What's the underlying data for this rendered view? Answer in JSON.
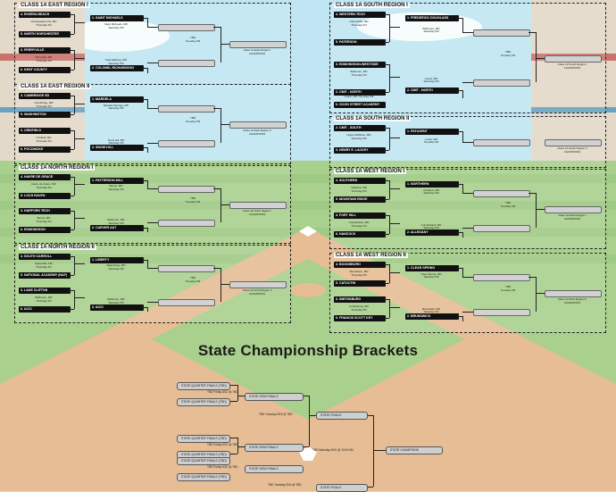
{
  "page_title": "State Championship Brackets",
  "panels": [
    {
      "title": "CLASS 1A EAST REGION I",
      "r1": [
        {
          "a": "4. RIVIERA BEACH",
          "b": "5. NORTH DORCHESTER",
          "info": [
            "Chesapeake City, MD",
            "Thursday 5/4"
          ]
        },
        {
          "a": "3. PERRYVILLE",
          "b": "6. KENT COUNTY",
          "info": [
            "Perryville, MD",
            "Thursday 5/4"
          ]
        }
      ],
      "byes": [
        "1. SAINT MICHAELS",
        "2. COLONEL RICHARDSON"
      ],
      "r2info": [
        [
          "Saint Michaels, MD",
          "Saturday 5/6"
        ],
        [
          "Federalsburg, MD",
          "Saturday 5/6"
        ]
      ],
      "final": [
        "TBD",
        "Tuesday 5/9"
      ],
      "champ": [
        "Class 1A East Region I",
        "CHAMPIONS"
      ]
    },
    {
      "title": "CLASS 1A EAST REGION II",
      "r1": [
        {
          "a": "4. CAMBRIDGE SD",
          "b": "5. WASHINGTON",
          "info": [
            "Cambridge, MD",
            "Thursday 5/4"
          ]
        },
        {
          "a": "3. CRISFIELD",
          "b": "6. POCOMOKE",
          "info": [
            "Crisfield, MD",
            "Thursday 5/4"
          ]
        }
      ],
      "byes": [
        "1. MARDELA",
        "2. SNOW HILL"
      ],
      "r2info": [
        [
          "Mardela Springs, MD",
          "Saturday 5/6"
        ],
        [
          "Snow Hill, MD",
          "Saturday 5/6"
        ]
      ],
      "final": [
        "TBD",
        "Tuesday 5/9"
      ],
      "champ": [
        "Class 1A East Region II",
        "CHAMPIONS"
      ]
    },
    {
      "title": "CLASS 1A NORTH REGION I",
      "r1": [
        {
          "a": "4. HAVRE DE GRACE",
          "b": "5. LOCH RAVEN",
          "info": [
            "Havre de Grace, MD",
            "Thursday 5/4"
          ]
        },
        {
          "a": "3. HARFORD TECH",
          "b": "6. EDMONDSON",
          "info": [
            "Bel Air, MD",
            "Thursday 5/4"
          ]
        }
      ],
      "byes": [
        "1. PATTERSON MILL",
        "2. CARVER A&T"
      ],
      "r2info": [
        [
          "Bel Air, MD",
          "Saturday 5/6"
        ],
        [
          "Baltimore, MD",
          "Saturday 5/6"
        ]
      ],
      "final": [
        "TBD",
        "Tuesday 5/9"
      ],
      "champ": [
        "Class 1A North Region I",
        "CHAMPIONS"
      ]
    },
    {
      "title": "CLASS 1A NORTH REGION II",
      "r1": [
        {
          "a": "4. SOUTH CARROLL",
          "b": "5. NATIONAL ACADEMY (NAF)",
          "info": [
            "Sykesville, MD",
            "Thursday 5/4"
          ]
        },
        {
          "a": "3. LAKE CLIFTON",
          "b": "6. ACCI",
          "info": [
            "Baltimore, MD",
            "Thursday 5/4"
          ]
        }
      ],
      "byes": [
        "1. LIBERTY",
        "2. ACCI"
      ],
      "r2info": [
        [
          "Eldersburg, MD",
          "Saturday 5/6"
        ],
        [
          "Baltimore, MD",
          "Saturday 5/6"
        ]
      ],
      "final": [
        "TBD",
        "Tuesday 5/9"
      ],
      "champ": [
        "Class 1A North Region II",
        "CHAMPIONS"
      ]
    },
    {
      "title": "CLASS 1A SOUTH REGION I",
      "r1": [
        {
          "a": "4. WESTERN TECH",
          "b": "5. PATERSON",
          "info": [
            "Catonsville, MD",
            "Thursday 5/4"
          ]
        },
        {
          "a": "3. EDMONDSON-WESTSIDE",
          "b": "6. COPPIN ACADEMY",
          "info": [
            "Baltimore, MD",
            "Thursday 5/4"
          ]
        }
      ],
      "byes": [
        "1. FREDERICK DOUGLASS",
        "2. CMIT - NORTH"
      ],
      "r2info": [
        [
          "Baltimore, MD",
          "Saturday 5/6"
        ],
        [
          "Laurel, MD",
          "Saturday 5/6"
        ]
      ],
      "extra": {
        "a": "2. CMIT - NORTH",
        "b": "6. GOOD STREET ACADEMY",
        "info": [
          "Laurel, MD",
          "Thursday 5/4"
        ]
      },
      "final": [
        "TBD",
        "Tuesday 5/9"
      ],
      "champ": [
        "Class 1A South Region I",
        "CHAMPIONS"
      ]
    },
    {
      "title": "CLASS 1A SOUTH REGION II",
      "r1": [
        {
          "a": "2. CMIT - SOUTH",
          "b": "3. HENRY E. LACKEY",
          "info": [
            "Upper Marlboro, MD",
            "Saturday 5/6"
          ]
        }
      ],
      "byes": [
        "1. PATUXENT"
      ],
      "r2info": [
        [
          "Lusby, MD",
          "Tuesday 5/9"
        ]
      ],
      "final": [],
      "champ": [
        "Class 1A South Region II",
        "CHAMPIONS"
      ]
    },
    {
      "title": "CLASS 1A WEST REGION I",
      "r1": [
        {
          "a": "4. SOUTHERN",
          "b": "5. MOUNTAIN RIDGE",
          "info": [
            "Oakland, MD",
            "Thursday 5/4"
          ]
        },
        {
          "a": "3. FORT HILL",
          "b": "6. HANCOCK",
          "info": [
            "Cumberland, MD",
            "Thursday 5/4"
          ]
        }
      ],
      "byes": [
        "1. NORTHERN",
        "2. ALLEGANY"
      ],
      "r2info": [
        [
          "Accident, MD",
          "Saturday 5/6"
        ],
        [
          "Cumberland, MD",
          "Saturday 5/6"
        ]
      ],
      "final": [
        "TBD",
        "Tuesday 5/9"
      ],
      "champ": [
        "Class 1A West Region I",
        "CHAMPIONS"
      ]
    },
    {
      "title": "CLASS 1A WEST REGION II",
      "r1": [
        {
          "a": "4. BOONSBORO",
          "b": "5. CATOCTIN",
          "info": [
            "Boonsboro, MD",
            "Thursday 5/4"
          ]
        },
        {
          "a": "3. SMITHSBURG",
          "b": "6. FRANCIS SCOTT KEY",
          "info": [
            "Smithsburg, MD",
            "Thursday 5/4"
          ]
        }
      ],
      "byes": [
        "1. CLEAR SPRING",
        "2. BRUNSWICK"
      ],
      "r2info": [
        [
          "Clear Spring, MD",
          "Saturday 5/6"
        ],
        [
          "Brunswick, MD",
          "Saturday 5/6"
        ]
      ],
      "final": [
        "TBD",
        "Tuesday 5/9"
      ],
      "champ": [
        "Class 1A West Region II",
        "CHAMPIONS"
      ]
    }
  ],
  "state": {
    "quarter_label": "STATE QUARTER FINALS (TBD)",
    "semi_label": "STATE SEMI FINALS",
    "final_label": "STATE FINALS",
    "champion_label": "STATE CHAMPIONS",
    "qf_info": [
      "TBD",
      "Friday 5/12 @ TBD"
    ],
    "sf_info": [
      "TBD",
      "Tuesday 5/16 @ TBD"
    ],
    "f_info": [
      "TBD",
      "Saturday 5/20 @ 10:00 AM"
    ]
  },
  "colors": {
    "team_bg": "#111111",
    "slot_bg": "#d2d2d2",
    "grass": "#a8d08a",
    "dirt": "#e2b991"
  }
}
